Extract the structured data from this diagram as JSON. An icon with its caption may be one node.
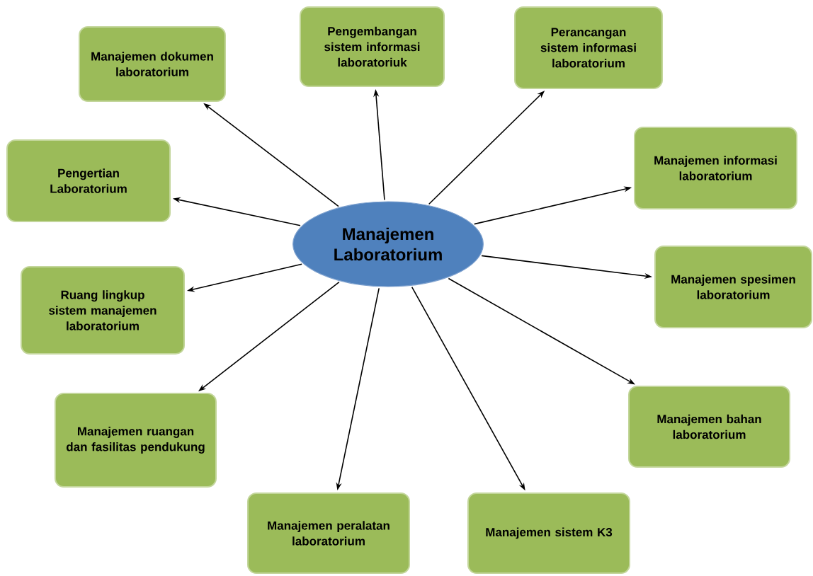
{
  "diagram": {
    "nodes": [
      {
        "text": [
          "Manajemen Laboratorium"
        ]
      },
      {
        "text": [
          "Manajemen dokumen laboratorium"
        ]
      },
      {
        "text": [
          "Pengembangan sistem informasi laboratoriuk"
        ]
      },
      {
        "text": [
          "Perancangan sistem informasi laboratorium"
        ]
      },
      {
        "text": [
          "Pengertian Laboratorium"
        ]
      },
      {
        "text": [
          "Manajemen informasi laboratorium"
        ]
      },
      {
        "text": [
          "Ruang lingkup sistem manajemen laboratorium"
        ]
      },
      {
        "text": [
          "Manajemen spesimen laboratorium"
        ]
      },
      {
        "text": [
          "Manajemen ruangan dan fasilitas pendukung"
        ]
      },
      {
        "text": [
          "Manajemen bahan laboratorium"
        ]
      },
      {
        "text": [
          "Manajemen peralatan laboratorium"
        ]
      },
      {
        "text": [
          "Manajemen sistem K3"
        ]
      }
    ],
    "edges": [
      {
        "from": 0,
        "to": 1,
        "arrow": "to"
      },
      {
        "from": 0,
        "to": 2,
        "arrow": "to"
      },
      {
        "from": 0,
        "to": 3,
        "arrow": "to"
      },
      {
        "from": 0,
        "to": 4,
        "arrow": "to"
      },
      {
        "from": 0,
        "to": 5,
        "arrow": "to"
      },
      {
        "from": 0,
        "to": 6,
        "arrow": "to"
      },
      {
        "from": 0,
        "to": 7,
        "arrow": "to"
      },
      {
        "from": 0,
        "to": 8,
        "arrow": "to"
      },
      {
        "from": 0,
        "to": 9,
        "arrow": "to"
      },
      {
        "from": 0,
        "to": 10,
        "arrow": "to"
      },
      {
        "from": 0,
        "to": 11,
        "arrow": "to"
      }
    ]
  }
}
